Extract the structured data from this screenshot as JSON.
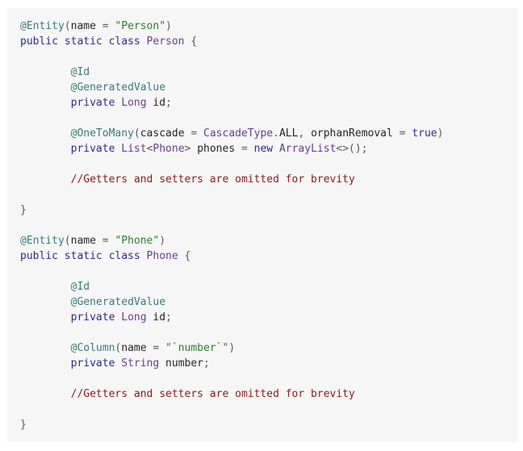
{
  "colors": {
    "panel_background": "#f6f6f6",
    "annotation": "#3b7a7a",
    "keyword": "#2d2d86",
    "string": "#2e7d32",
    "comment": "#8b1a1a",
    "type": "#6a3e8c",
    "plain": "#262626"
  },
  "code": {
    "language": "java",
    "lines": [
      [
        {
          "t": "annotation",
          "v": "@Entity"
        },
        {
          "t": "punct",
          "v": "("
        },
        {
          "t": "plain",
          "v": "name "
        },
        {
          "t": "punct",
          "v": "= "
        },
        {
          "t": "string",
          "v": "\"Person\""
        },
        {
          "t": "punct",
          "v": ")"
        }
      ],
      [
        {
          "t": "keyword",
          "v": "public static class "
        },
        {
          "t": "type",
          "v": "Person "
        },
        {
          "t": "punct",
          "v": "{"
        }
      ],
      [],
      [
        {
          "t": "plain",
          "v": "        "
        },
        {
          "t": "annotation",
          "v": "@Id"
        }
      ],
      [
        {
          "t": "plain",
          "v": "        "
        },
        {
          "t": "annotation",
          "v": "@GeneratedValue"
        }
      ],
      [
        {
          "t": "plain",
          "v": "        "
        },
        {
          "t": "keyword",
          "v": "private "
        },
        {
          "t": "type",
          "v": "Long "
        },
        {
          "t": "plain",
          "v": "id"
        },
        {
          "t": "punct",
          "v": ";"
        }
      ],
      [],
      [
        {
          "t": "plain",
          "v": "        "
        },
        {
          "t": "annotation",
          "v": "@OneToMany"
        },
        {
          "t": "punct",
          "v": "("
        },
        {
          "t": "plain",
          "v": "cascade "
        },
        {
          "t": "punct",
          "v": "= "
        },
        {
          "t": "type",
          "v": "CascadeType"
        },
        {
          "t": "punct",
          "v": "."
        },
        {
          "t": "plain",
          "v": "ALL"
        },
        {
          "t": "punct",
          "v": ", "
        },
        {
          "t": "plain",
          "v": "orphanRemoval "
        },
        {
          "t": "punct",
          "v": "= "
        },
        {
          "t": "literal",
          "v": "true"
        },
        {
          "t": "punct",
          "v": ")"
        }
      ],
      [
        {
          "t": "plain",
          "v": "        "
        },
        {
          "t": "keyword",
          "v": "private "
        },
        {
          "t": "type",
          "v": "List"
        },
        {
          "t": "punct",
          "v": "<"
        },
        {
          "t": "type",
          "v": "Phone"
        },
        {
          "t": "punct",
          "v": "> "
        },
        {
          "t": "plain",
          "v": "phones "
        },
        {
          "t": "punct",
          "v": "= "
        },
        {
          "t": "keyword",
          "v": "new "
        },
        {
          "t": "type",
          "v": "ArrayList"
        },
        {
          "t": "punct",
          "v": "<>();"
        }
      ],
      [],
      [
        {
          "t": "plain",
          "v": "        "
        },
        {
          "t": "comment",
          "v": "//Getters and setters are omitted for brevity"
        }
      ],
      [],
      [
        {
          "t": "punct",
          "v": "}"
        }
      ],
      [],
      [
        {
          "t": "annotation",
          "v": "@Entity"
        },
        {
          "t": "punct",
          "v": "("
        },
        {
          "t": "plain",
          "v": "name "
        },
        {
          "t": "punct",
          "v": "= "
        },
        {
          "t": "string",
          "v": "\"Phone\""
        },
        {
          "t": "punct",
          "v": ")"
        }
      ],
      [
        {
          "t": "keyword",
          "v": "public static class "
        },
        {
          "t": "type",
          "v": "Phone "
        },
        {
          "t": "punct",
          "v": "{"
        }
      ],
      [],
      [
        {
          "t": "plain",
          "v": "        "
        },
        {
          "t": "annotation",
          "v": "@Id"
        }
      ],
      [
        {
          "t": "plain",
          "v": "        "
        },
        {
          "t": "annotation",
          "v": "@GeneratedValue"
        }
      ],
      [
        {
          "t": "plain",
          "v": "        "
        },
        {
          "t": "keyword",
          "v": "private "
        },
        {
          "t": "type",
          "v": "Long "
        },
        {
          "t": "plain",
          "v": "id"
        },
        {
          "t": "punct",
          "v": ";"
        }
      ],
      [],
      [
        {
          "t": "plain",
          "v": "        "
        },
        {
          "t": "annotation",
          "v": "@Column"
        },
        {
          "t": "punct",
          "v": "("
        },
        {
          "t": "plain",
          "v": "name "
        },
        {
          "t": "punct",
          "v": "= "
        },
        {
          "t": "string",
          "v": "\"`number`\""
        },
        {
          "t": "punct",
          "v": ")"
        }
      ],
      [
        {
          "t": "plain",
          "v": "        "
        },
        {
          "t": "keyword",
          "v": "private "
        },
        {
          "t": "type",
          "v": "String "
        },
        {
          "t": "plain",
          "v": "number"
        },
        {
          "t": "punct",
          "v": ";"
        }
      ],
      [],
      [
        {
          "t": "plain",
          "v": "        "
        },
        {
          "t": "comment",
          "v": "//Getters and setters are omitted for brevity"
        }
      ],
      [],
      [
        {
          "t": "punct",
          "v": "}"
        }
      ]
    ]
  }
}
